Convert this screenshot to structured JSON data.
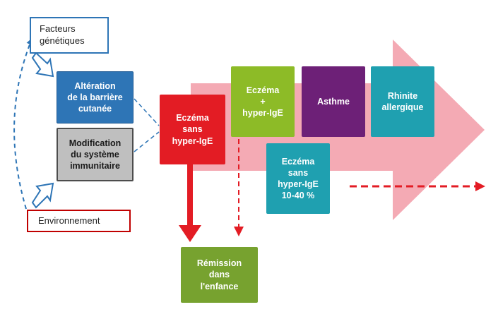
{
  "nodes": {
    "facteurs_genetiques": "Facteurs\ngénétiques",
    "environnement": "Environnement",
    "alteration_barriere": "Altération\nde la barrière\ncutanée",
    "modification_immunitaire": "Modification\ndu système\nimmunitaire",
    "eczema_sans_ige": "Eczéma\nsans\nhyper-IgE",
    "eczema_plus_ige": "Eczéma\n+\nhyper-IgE",
    "asthme": "Asthme",
    "rhinite": "Rhinite\nallergique",
    "eczema_sans_ige_pct": "Eczéma\nsans\nhyper-IgE\n10-40 %",
    "remission": "Rémission\ndans\nl'enfance"
  },
  "colors": {
    "blue": "#2e75b6",
    "red": "#e31c24",
    "dark_red": "#c00000",
    "grey": "#bfbfbf",
    "light_green": "#8dbb27",
    "olive_green": "#77a22f",
    "purple": "#6d2077",
    "teal": "#1fa0b0",
    "pink_arrow": "#f4aab4"
  }
}
